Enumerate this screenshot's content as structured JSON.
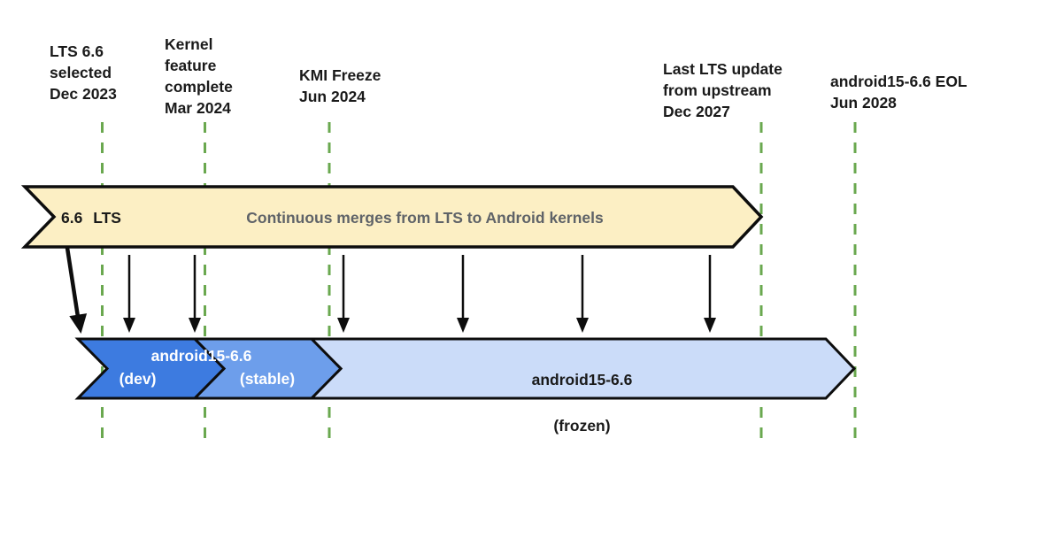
{
  "colors": {
    "banner-yellow": "#fcefc4",
    "branch-dev": "#3d7be0",
    "branch-stable": "#6d9eeb",
    "branch-frozen": "#cbdcf9",
    "timeline-green": "#6aa84f",
    "outline-black": "#0d0d0d",
    "muted-text": "#5f6368",
    "text-dark": "#1a1a1a"
  },
  "milestones": [
    {
      "id": "lts-selected",
      "label": "LTS 6.6\nselected\nDec 2023"
    },
    {
      "id": "feature-complete",
      "label": "Kernel\nfeature\ncomplete\nMar 2024"
    },
    {
      "id": "kmi-freeze",
      "label": "KMI Freeze\nJun 2024"
    },
    {
      "id": "last-lts-update",
      "label": "Last LTS update\nfrom upstream\nDec 2027"
    },
    {
      "id": "eol",
      "label": "android15-6.6 EOL\nJun 2028"
    }
  ],
  "lts_banner": {
    "version": "6.6 LTS",
    "description": "Continuous merges from LTS to Android kernels"
  },
  "branches": {
    "dev": {
      "title": "android15-6.6",
      "stage": "(dev)"
    },
    "stable": {
      "stage": "(stable)"
    },
    "frozen": {
      "title": "android15-6.6",
      "stage": "(frozen)"
    }
  }
}
